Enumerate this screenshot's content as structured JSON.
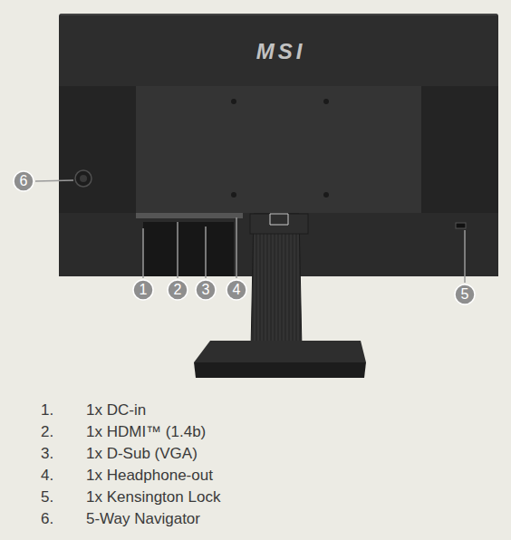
{
  "diagram": {
    "nodes": [
      {
        "text": [
          "6"
        ]
      },
      {
        "text": [
          "1"
        ]
      },
      {
        "text": [
          "2"
        ]
      },
      {
        "text": [
          "3"
        ]
      },
      {
        "text": [
          "4"
        ]
      },
      {
        "text": [
          "5"
        ]
      }
    ],
    "labels": [
      "MSI",
      "1.",
      "1x DC-in",
      "2.",
      "1x HDMI™ (1.4b)",
      "3.",
      "1x D-Sub (VGA)",
      "4.",
      "1x Headphone-out",
      "5.",
      "1x Kensington Lock",
      "6.",
      "5-Way Navigator"
    ]
  }
}
